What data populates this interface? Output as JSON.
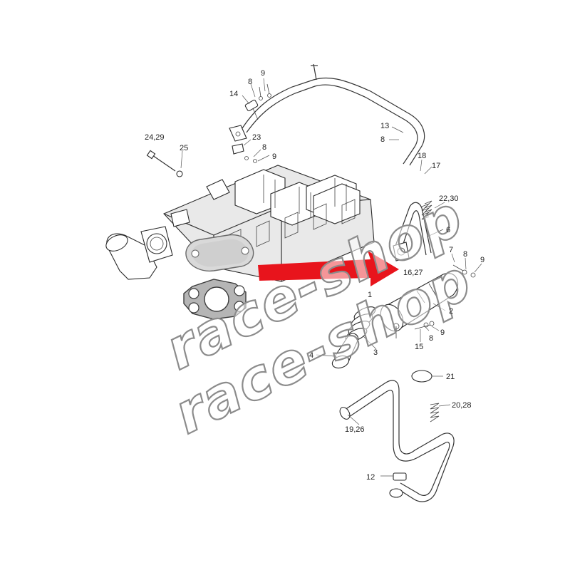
{
  "diagram": {
    "callouts": [
      {
        "id": "c9a",
        "text": "9"
      },
      {
        "id": "c8a",
        "text": "8"
      },
      {
        "id": "c14",
        "text": "14"
      },
      {
        "id": "c2429",
        "text": "24,29"
      },
      {
        "id": "c25",
        "text": "25"
      },
      {
        "id": "c23",
        "text": "23"
      },
      {
        "id": "c8b",
        "text": "8"
      },
      {
        "id": "c9b",
        "text": "9"
      },
      {
        "id": "c13",
        "text": "13"
      },
      {
        "id": "c8c",
        "text": "8"
      },
      {
        "id": "c18",
        "text": "18"
      },
      {
        "id": "c17",
        "text": "17"
      },
      {
        "id": "c2230",
        "text": "22,30"
      },
      {
        "id": "c6",
        "text": "6"
      },
      {
        "id": "c7",
        "text": "7"
      },
      {
        "id": "c8d",
        "text": "8"
      },
      {
        "id": "c9c",
        "text": "9"
      },
      {
        "id": "c1627",
        "text": "16,27"
      },
      {
        "id": "c1",
        "text": "1"
      },
      {
        "id": "c2",
        "text": "2"
      },
      {
        "id": "c8e",
        "text": "8"
      },
      {
        "id": "c9d",
        "text": "9"
      },
      {
        "id": "c15",
        "text": "15"
      },
      {
        "id": "c3",
        "text": "3"
      },
      {
        "id": "c4",
        "text": "4"
      },
      {
        "id": "c21",
        "text": "21"
      },
      {
        "id": "c2028",
        "text": "20,28"
      },
      {
        "id": "c1926",
        "text": "19,26"
      },
      {
        "id": "c12",
        "text": "12"
      }
    ],
    "watermark": "race-shop",
    "arrow_color": "#e8141c",
    "line_color": "#333333"
  }
}
